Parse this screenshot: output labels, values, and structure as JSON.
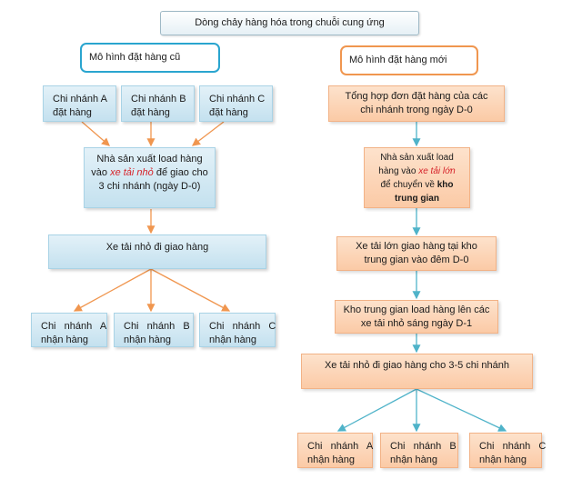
{
  "title": "Dòng chảy hàng hóa trong chuỗi cung ứng",
  "old_model": {
    "label": "Mô hình đặt hàng cũ",
    "branches_order": [
      {
        "line1": "Chi  nhánh A",
        "line2": "đặt hàng"
      },
      {
        "line1": "Chi  nhánh B",
        "line2": "đặt hàng"
      },
      {
        "line1": "Chi  nhánh C",
        "line2": "đặt hàng"
      }
    ],
    "manufacturer": {
      "line1": "Nhà sản xuất load hàng",
      "line2_pre": "vào ",
      "line2_red": "xe tải nhỏ",
      "line2_post": " để giao cho",
      "line3": "3 chi nhánh (ngày D-0)"
    },
    "small_truck": "Xe tải nhỏ đi giao hàng",
    "branches_receive": [
      {
        "line1": "Chi   nhánh   A",
        "line2": "nhận hàng"
      },
      {
        "line1": "Chi   nhánh   B",
        "line2": "nhận hàng"
      },
      {
        "line1": "Chi   nhánh   C",
        "line2": "nhận hàng"
      }
    ]
  },
  "new_model": {
    "label": "Mô hình đặt hàng mới",
    "aggregate": {
      "line1": "Tổng hợp đơn đặt hàng của các",
      "line2": "chi nhánh trong ngày D-0"
    },
    "manufacturer": {
      "line1": "Nhà sản xuất load",
      "line2_pre": "hàng vào ",
      "line2_red": "xe tải lớn",
      "line3_pre": "để chuyển về ",
      "line3_bold": "kho",
      "line4_bold": "trung gian"
    },
    "big_truck": {
      "line1": "Xe tải lớn giao hàng tại kho",
      "line2": "trung gian vào đêm D-0"
    },
    "warehouse": {
      "line1": "Kho trung gian load hàng lên các",
      "line2": "xe tải nhỏ sáng ngày D-1"
    },
    "small_truck": "Xe tải nhỏ đi giao hàng cho 3-5 chi nhánh",
    "branches_receive": [
      {
        "line1": "Chi   nhánh   A",
        "line2": "nhận hàng"
      },
      {
        "line1": "Chi   nhánh   B",
        "line2": "nhận hàng"
      },
      {
        "line1": "Chi   nhánh   C",
        "line2": "nhận hàng"
      }
    ]
  },
  "colors": {
    "blue_fill": "#c4e1ef",
    "orange_fill": "#fbcaa6",
    "blue_line": "#4fb3c9",
    "orange_line": "#f0964f"
  }
}
